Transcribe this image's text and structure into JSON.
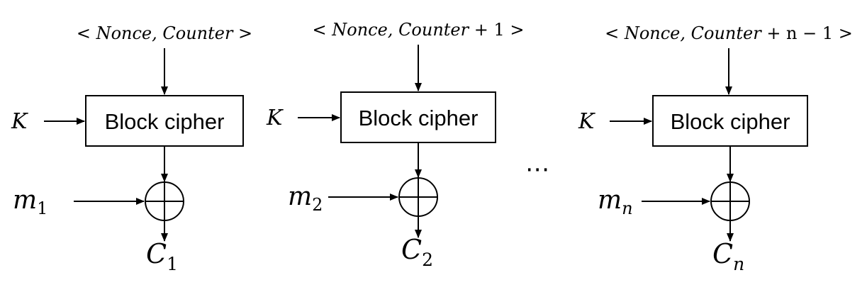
{
  "diagram": {
    "block_label": "Block cipher",
    "key_label": "K",
    "ellipsis": "⋯",
    "stages": [
      {
        "input_prefix": "< Nonce, Counter",
        "input_suffix": " >",
        "message_base": "m",
        "message_sub": "1",
        "cipher_base": "C",
        "cipher_sub": "1"
      },
      {
        "input_prefix": "< Nonce, Counter",
        "input_suffix": " + 1 >",
        "message_base": "m",
        "message_sub": "2",
        "cipher_base": "C",
        "cipher_sub": "2"
      },
      {
        "input_prefix": "< Nonce, Counter",
        "input_suffix": " + n − 1 >",
        "message_base": "m",
        "message_sub": "n",
        "cipher_base": "C",
        "cipher_sub": "n"
      }
    ]
  }
}
